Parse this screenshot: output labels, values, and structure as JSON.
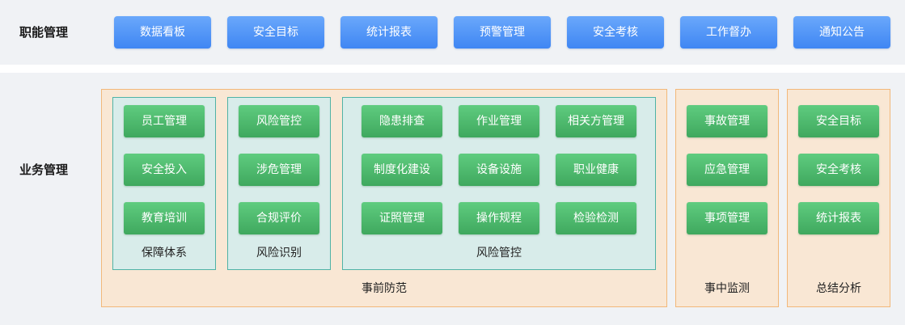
{
  "functional": {
    "label": "职能管理",
    "buttons": [
      "数据看板",
      "安全目标",
      "统计报表",
      "预警管理",
      "安全考核",
      "工作督办",
      "通知公告"
    ]
  },
  "business": {
    "label": "业务管理",
    "pre": {
      "title": "事前防范",
      "groups": [
        {
          "title": "保障体系",
          "items": [
            "员工管理",
            "安全投入",
            "教育培训"
          ]
        },
        {
          "title": "风险识别",
          "items": [
            "风险管控",
            "涉危管理",
            "合规评价"
          ]
        },
        {
          "title": "风险管控",
          "items": [
            "隐患排查",
            "作业管理",
            "相关方管理",
            "制度化建设",
            "设备设施",
            "职业健康",
            "证照管理",
            "操作规程",
            "检验检测"
          ]
        }
      ]
    },
    "mid": {
      "title": "事中监测",
      "items": [
        "事故管理",
        "应急管理",
        "事项管理"
      ]
    },
    "post": {
      "title": "总结分析",
      "items": [
        "安全目标",
        "安全考核",
        "统计报表"
      ]
    }
  }
}
